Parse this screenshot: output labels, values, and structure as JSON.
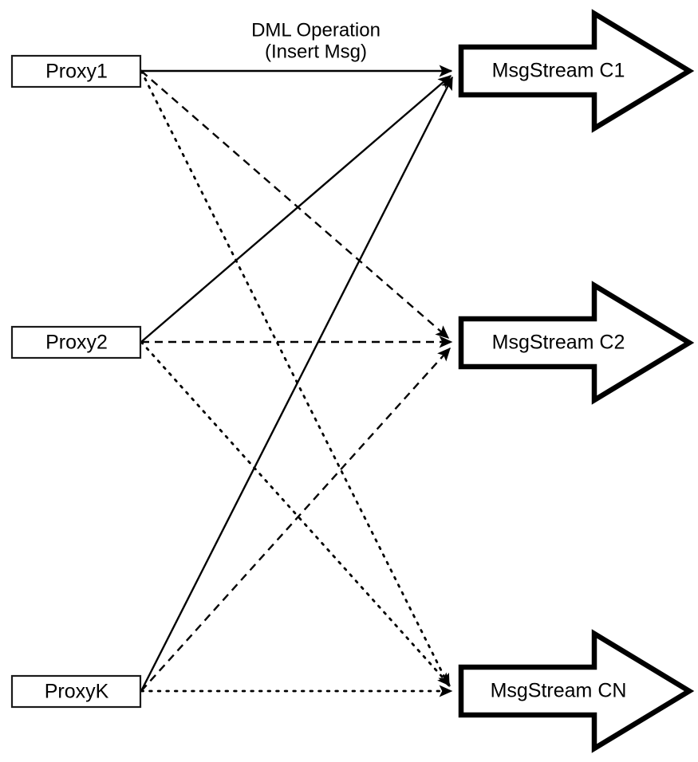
{
  "diagram": {
    "title": "Proxy to MsgStream fan-out",
    "background_color": "#ffffff",
    "line_color": "#000000",
    "box_fill": "#ffffff",
    "annotation": {
      "line1": "DML Operation",
      "line2": "(Insert Msg)"
    },
    "proxies": [
      {
        "id": "proxy1",
        "label": "Proxy1"
      },
      {
        "id": "proxy2",
        "label": "Proxy2"
      },
      {
        "id": "proxyK",
        "label": "ProxyK"
      }
    ],
    "streams": [
      {
        "id": "c1",
        "label": "MsgStream C1"
      },
      {
        "id": "c2",
        "label": "MsgStream C2"
      },
      {
        "id": "cn",
        "label": "MsgStream CN"
      }
    ],
    "edges": [
      {
        "id": "p1-c1",
        "from": "Proxy1",
        "to": "MsgStream C1",
        "style": "solid"
      },
      {
        "id": "p1-c2",
        "from": "Proxy1",
        "to": "MsgStream C2",
        "style": "dashed"
      },
      {
        "id": "p1-cn",
        "from": "Proxy1",
        "to": "MsgStream CN",
        "style": "dotted"
      },
      {
        "id": "p2-c1",
        "from": "Proxy2",
        "to": "MsgStream C1",
        "style": "solid"
      },
      {
        "id": "p2-c2",
        "from": "Proxy2",
        "to": "MsgStream C2",
        "style": "dashed"
      },
      {
        "id": "p2-cn",
        "from": "Proxy2",
        "to": "MsgStream CN",
        "style": "dotted"
      },
      {
        "id": "pk-c1",
        "from": "ProxyK",
        "to": "MsgStream C1",
        "style": "solid"
      },
      {
        "id": "pk-c2",
        "from": "ProxyK",
        "to": "MsgStream C2",
        "style": "dashed"
      },
      {
        "id": "pk-cn",
        "from": "ProxyK",
        "to": "MsgStream CN",
        "style": "dotted"
      }
    ]
  }
}
